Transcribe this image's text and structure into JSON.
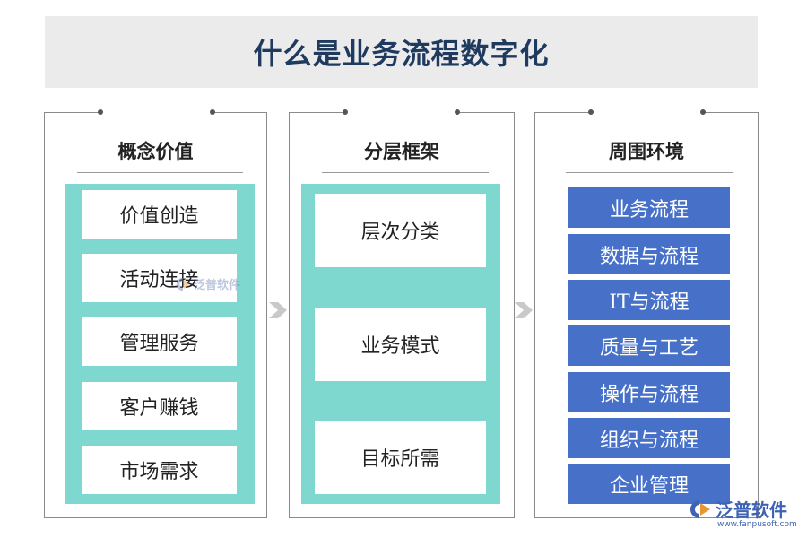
{
  "title": "什么是业务流程数字化",
  "panels": [
    {
      "title": "概念价值",
      "items": [
        "价值创造",
        "活动连接",
        "管理服务",
        "客户赚钱",
        "市场需求"
      ]
    },
    {
      "title": "分层框架",
      "items": [
        "层次分类",
        "业务模式",
        "目标所需"
      ]
    },
    {
      "title": "周围环境",
      "items": [
        "业务流程",
        "数据与流程",
        "IT与流程",
        "质量与工艺",
        "操作与流程",
        "组织与流程",
        "企业管理"
      ]
    }
  ],
  "colors": {
    "teal": "#7ed8d0",
    "blue": "#4771c9",
    "title_bg": "#ebebeb",
    "title_text": "#1f3a5f"
  },
  "watermark": {
    "name": "泛普软件",
    "url": "www.fanpusoft.com"
  }
}
